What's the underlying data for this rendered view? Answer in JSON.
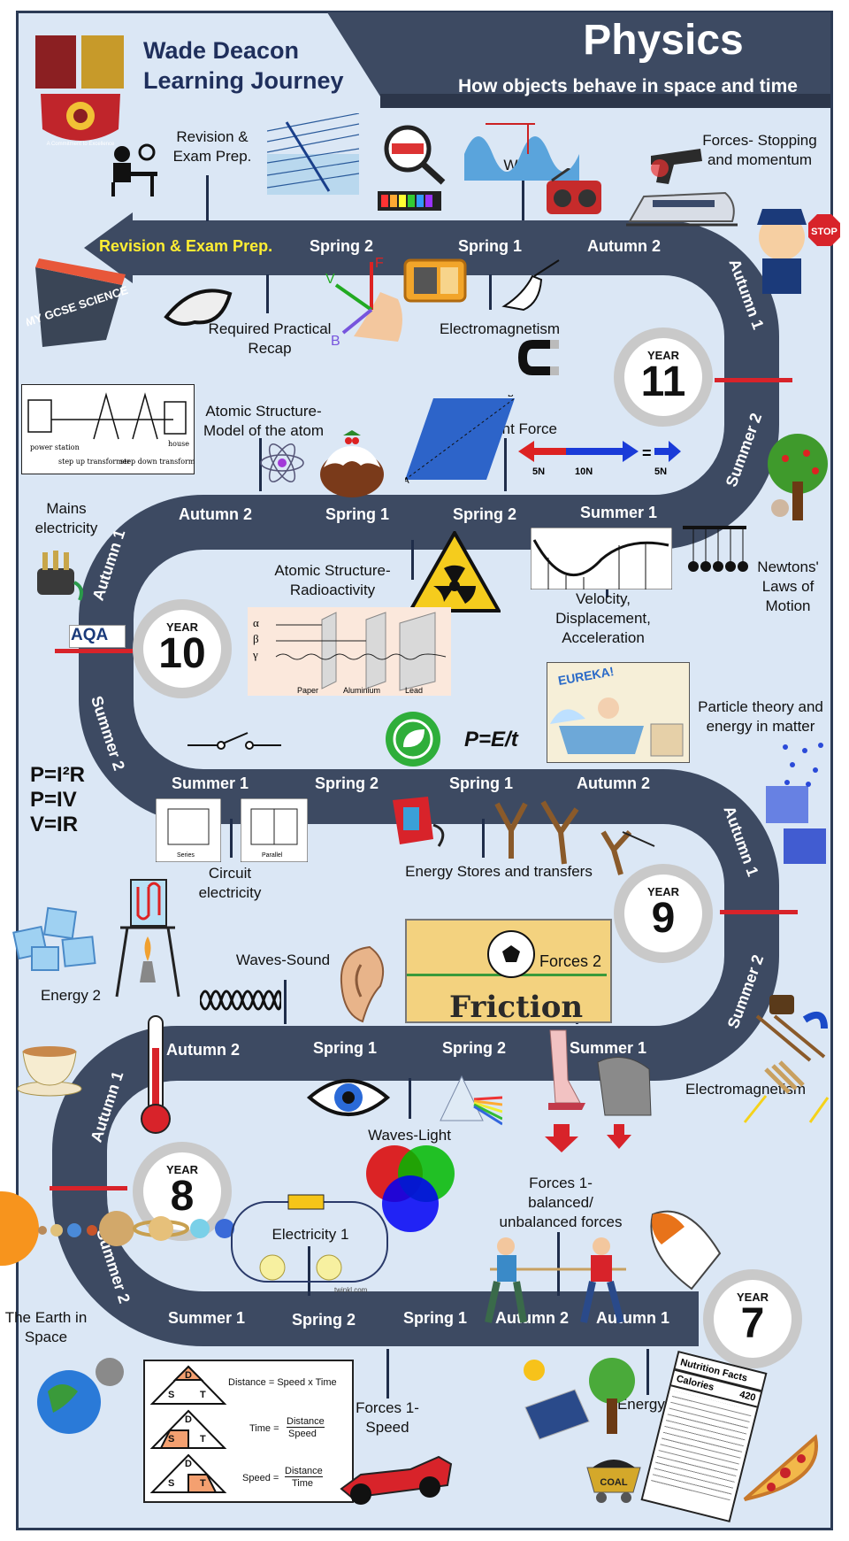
{
  "header": {
    "school_line1": "Wade Deacon",
    "school_line2": "Learning Journey",
    "crest_motto": "A Commitment to Excellence",
    "subject": "Physics",
    "tagline": "How objects behave in space and time"
  },
  "logos": {
    "gcse_badge": "MY GCSE SCIENCE",
    "aqa": "AQA",
    "twinkl": "twinkl.com"
  },
  "terms": {
    "y11": [
      "Revision & Exam Prep.",
      "Spring 2",
      "Spring 1",
      "Autumn 2",
      "Autumn 1",
      "Summer 2"
    ],
    "y10": [
      "Autumn 2",
      "Spring 1",
      "Spring 2",
      "Summer 1",
      "Autumn 1",
      "Summer 2"
    ],
    "y9": [
      "Summer 1",
      "Spring 2",
      "Spring 1",
      "Autumn 2",
      "Autumn 1",
      "Summer 2"
    ],
    "y8": [
      "Autumn 2",
      "Spring 1",
      "Spring 2",
      "Summer 1",
      "Autumn 1",
      "Summer 2"
    ],
    "y7": [
      "Summer 1",
      "Spring 2",
      "Spring 1",
      "Autumn 2",
      "Autumn 1"
    ]
  },
  "years": [
    {
      "word": "YEAR",
      "num": "11"
    },
    {
      "word": "YEAR",
      "num": "10"
    },
    {
      "word": "YEAR",
      "num": "9"
    },
    {
      "word": "YEAR",
      "num": "8"
    },
    {
      "word": "YEAR",
      "num": "7"
    }
  ],
  "topics": {
    "revision": "Revision & Exam Prep.",
    "waves": "Waves",
    "forces_stopping": "Forces- Stopping and momentum",
    "required_practical": "Required Practical Recap",
    "electromagnetism_y11": "Electromagnetism",
    "atomic_model": "Atomic Structure- Model of the atom",
    "resultant_force": "Resultant Force",
    "mains": "Mains electricity",
    "newtons": "Newtons' Laws of Motion",
    "radioactivity": "Atomic Structure- Radioactivity",
    "velocity": "Velocity, Displacement, Acceleration",
    "particle": "Particle theory and energy in matter",
    "energy_stores": "Energy Stores and transfers",
    "circuit": "Circuit electricity",
    "waves_sound": "Waves-Sound",
    "energy2": "Energy 2",
    "forces2": "Forces 2",
    "friction": "Friction",
    "electromagnetism_y8": "Electromagnetism",
    "waves_light": "Waves-Light",
    "forces1_balanced": "Forces 1- balanced/ unbalanced forces",
    "electricity1": "Electricity 1",
    "earth_space": "The Earth in Space",
    "forces1_speed": "Forces 1- Speed",
    "energy1": "Energy 1"
  },
  "formulas": {
    "pet": "P=E/t",
    "p1": "P=I²R",
    "p2": "P=IV",
    "p3": "V=IR"
  },
  "diagram_labels": {
    "vector_f": "F",
    "vector_v": "V",
    "vector_b": "B",
    "force_5n": "5N",
    "force_10n": "10N",
    "force_eq": "=",
    "force_5n_res": "5N",
    "point_a": "A",
    "point_b": "B",
    "rad_alpha": "α",
    "rad_beta": "β",
    "rad_gamma": "γ",
    "rad_paper": "Paper",
    "rad_aluminium": "Aluminium",
    "rad_lead": "Lead",
    "series": "Series",
    "parallel": "Parallel",
    "eureka": "EUREKA!",
    "coal": "COAL",
    "stop": "STOP",
    "mains_power": "power station",
    "mains_stepup": "step up transformer",
    "mains_stepdown": "step down transformer",
    "mains_house": "house"
  },
  "dst": {
    "eq1_left": "Distance =",
    "eq1_right": "Speed x Time",
    "eq2_left": "Time =",
    "eq2_num": "Distance",
    "eq2_den": "Speed",
    "eq3_left": "Speed =",
    "eq3_num": "Distance",
    "eq3_den": "Time",
    "d": "D",
    "s": "S",
    "t": "T"
  },
  "nutrition": {
    "title": "Nutrition Facts",
    "calories": "Calories",
    "value": "420"
  },
  "colors": {
    "road": "#3d4a62",
    "background": "#dbe7f5",
    "header_bar": "#3d4a62",
    "title_text": "#1f2f5c",
    "year_marker": "#d8232a",
    "revision_text": "#ffee33"
  }
}
